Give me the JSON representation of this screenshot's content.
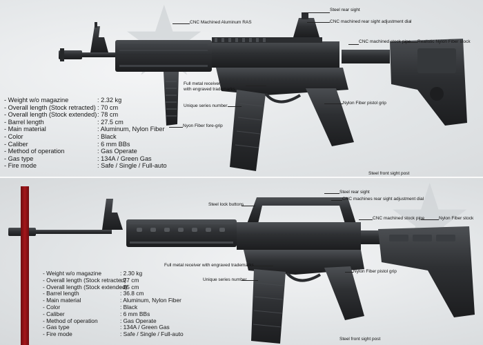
{
  "top": {
    "callouts": {
      "steel_rear_sight": "Steel rear sight",
      "cnc_rear_sight_dial": "CNC machined rear sight adjustment dial",
      "cnc_aluminum_ras": "CNC Machined Aluminum RAS",
      "cnc_stock_pipe": "CNC machined stock pipe",
      "nylon_fiber_stock": "Realistic Nylon Fiber stock",
      "full_metal_receiver_1": "Full metal receiver",
      "full_metal_receiver_2": "with engraved trademarks",
      "unique_series_number": "Unique series number",
      "nylon_pistol_grip": "Nylon Fiber pistol grip",
      "nylon_fore_grip": "Nyon Fiber fore-grip",
      "steel_front_sight_post": "Steel front sight post"
    },
    "specs": [
      {
        "label": "- Weight w/o magazine",
        "value": ": 2.32 kg"
      },
      {
        "label": "- Overall length (Stock retracted)",
        "value": ": 70 cm"
      },
      {
        "label": "- Overall length (Stock extended)",
        "value": ": 78 cm"
      },
      {
        "label": "- Barrel length",
        "value": ": 27.5 cm"
      },
      {
        "label": "- Main material",
        "value": ": Aluminum, Nylon Fiber"
      },
      {
        "label": "- Color",
        "value": ": Black"
      },
      {
        "label": "- Caliber",
        "value": ": 6 mm BBs"
      },
      {
        "label": "- Method of operation",
        "value": ": Gas Operate"
      },
      {
        "label": "- Gas type",
        "value": ": 134A / Green Gas"
      },
      {
        "label": "- Fire mode",
        "value": ": Safe / Single / Full-auto"
      }
    ]
  },
  "bottom": {
    "callouts": {
      "steel_rear_sight": "Steel rear sight",
      "cnc_rear_sight_dial": "CNC machines rear sight adjustment dial",
      "steel_lock_buttons": "Steel lock buttons",
      "cnc_stock_pipe": "CNC machined stock pipe",
      "nylon_fiber_stock": "Nylon Fiber stock",
      "full_metal_receiver": "Full metal receiver with engraved trademarks",
      "unique_series_number": "Unique series number",
      "nylon_pistol_grip": "Nylon Fiber pistol grip",
      "steel_front_sight_post": "Steel front sight post"
    },
    "specs": [
      {
        "label": "- Weight w/o magazine",
        "value": ": 2.30 kg"
      },
      {
        "label": "- Overall length (Stock retracted)",
        "value": ": 77 cm"
      },
      {
        "label": "- Overall length (Stock extended)",
        "value": ": 85 cm"
      },
      {
        "label": "- Barrel length",
        "value": ": 36.8 cm"
      },
      {
        "label": "- Main material",
        "value": ": Aluminum, Nylon Fiber"
      },
      {
        "label": "- Color",
        "value": ": Black"
      },
      {
        "label": "- Caliber",
        "value": ": 6 mm BBs"
      },
      {
        "label": "- Method of operation",
        "value": ": Gas Operate"
      },
      {
        "label": "- Gas type",
        "value": ": 134A / Green Gas"
      },
      {
        "label": "- Fire mode",
        "value": ": Safe / Single / Full-auto"
      }
    ]
  },
  "colors": {
    "background": "#e9ebec",
    "gun_body": "#2b2d30",
    "accent_bar": "#a5161b"
  }
}
